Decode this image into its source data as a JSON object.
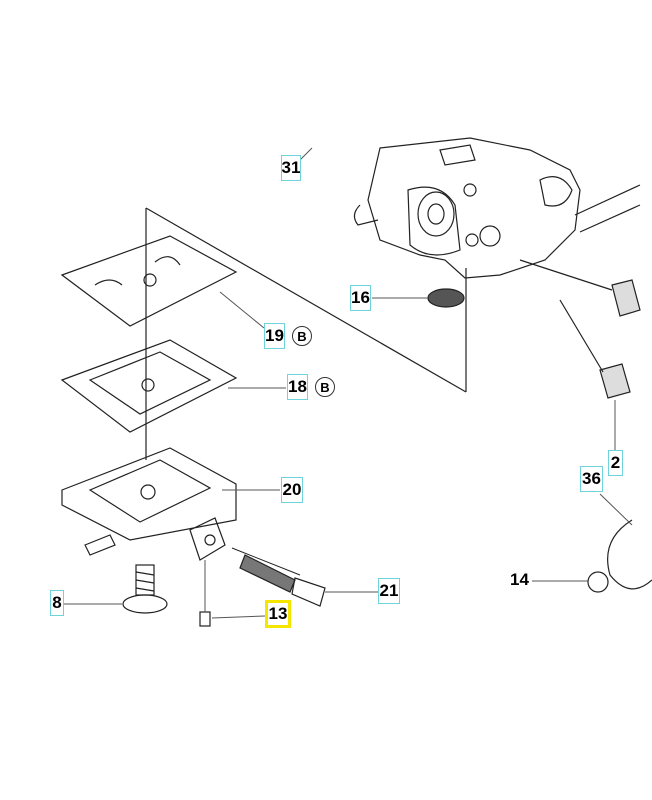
{
  "callouts": [
    {
      "id": "31",
      "label": "31"
    },
    {
      "id": "16",
      "label": "16"
    },
    {
      "id": "19",
      "label": "19",
      "badge": "B"
    },
    {
      "id": "18",
      "label": "18",
      "badge": "B"
    },
    {
      "id": "20",
      "label": "20"
    },
    {
      "id": "8",
      "label": "8"
    },
    {
      "id": "13",
      "label": "13",
      "highlighted": true
    },
    {
      "id": "21",
      "label": "21"
    },
    {
      "id": "2",
      "label": "2"
    },
    {
      "id": "36",
      "label": "36"
    },
    {
      "id": "14",
      "label": "14"
    }
  ],
  "colors": {
    "callout_border": "#6fd3dc",
    "highlight": "#f5e600"
  }
}
